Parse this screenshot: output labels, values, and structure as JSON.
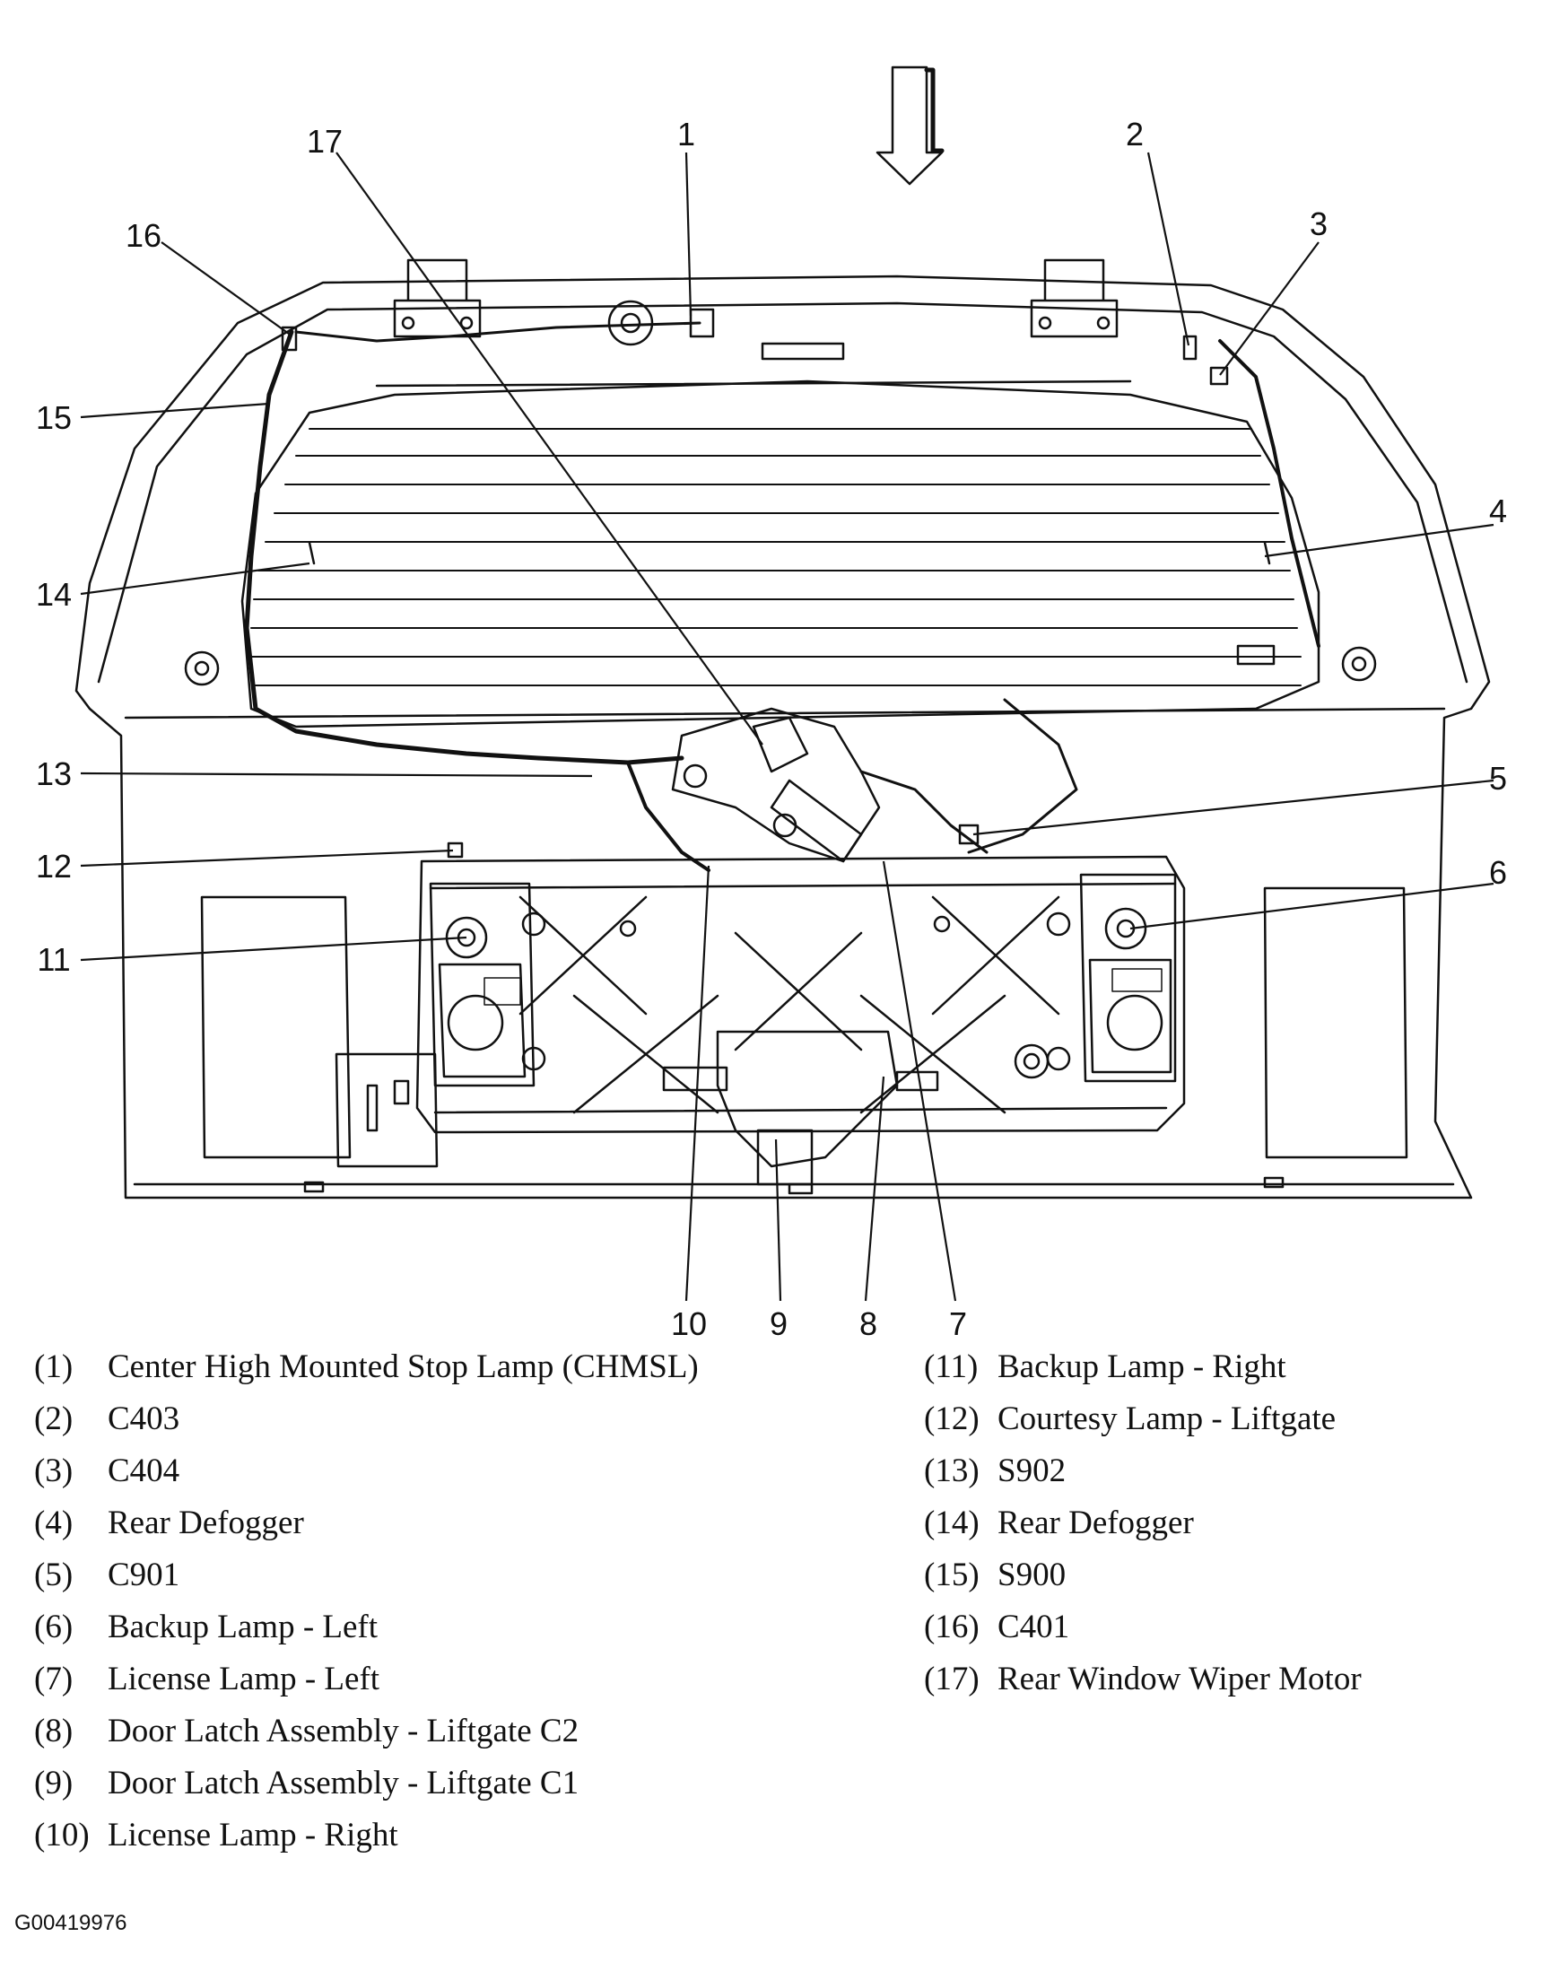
{
  "figure_id": "G00419976",
  "callouts": [
    "1",
    "2",
    "3",
    "4",
    "5",
    "6",
    "7",
    "8",
    "9",
    "10",
    "11",
    "12",
    "13",
    "14",
    "15",
    "16",
    "17"
  ],
  "legend": [
    {
      "num": "(1)",
      "label": "Center High Mounted Stop Lamp (CHMSL)"
    },
    {
      "num": "(2)",
      "label": "C403"
    },
    {
      "num": "(3)",
      "label": "C404"
    },
    {
      "num": "(4)",
      "label": "Rear Defogger"
    },
    {
      "num": "(5)",
      "label": "C901"
    },
    {
      "num": "(6)",
      "label": "Backup Lamp - Left"
    },
    {
      "num": "(7)",
      "label": "License Lamp - Left"
    },
    {
      "num": "(8)",
      "label": "Door Latch Assembly - Liftgate C2"
    },
    {
      "num": "(9)",
      "label": "Door Latch Assembly - Liftgate C1"
    },
    {
      "num": "(10)",
      "label": "License Lamp - Right"
    },
    {
      "num": "(11)",
      "label": "Backup Lamp - Right"
    },
    {
      "num": "(12)",
      "label": "Courtesy Lamp - Liftgate"
    },
    {
      "num": "(13)",
      "label": "S902"
    },
    {
      "num": "(14)",
      "label": "Rear Defogger"
    },
    {
      "num": "(15)",
      "label": "S900"
    },
    {
      "num": "(16)",
      "label": "C401"
    },
    {
      "num": "(17)",
      "label": "Rear Window Wiper Motor"
    }
  ]
}
